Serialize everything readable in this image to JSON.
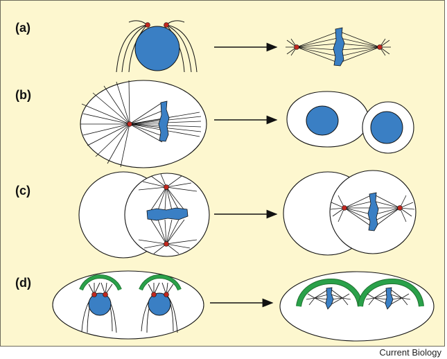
{
  "panel_labels": [
    "(a)",
    "(b)",
    "(c)",
    "(d)"
  ],
  "credit": "Current Biology",
  "colors": {
    "background": "#fdf7cf",
    "chromatin": "#3a7fc4",
    "centrosome": "#c0281f",
    "cortex_band": "#2aa14a",
    "line": "#111111"
  }
}
